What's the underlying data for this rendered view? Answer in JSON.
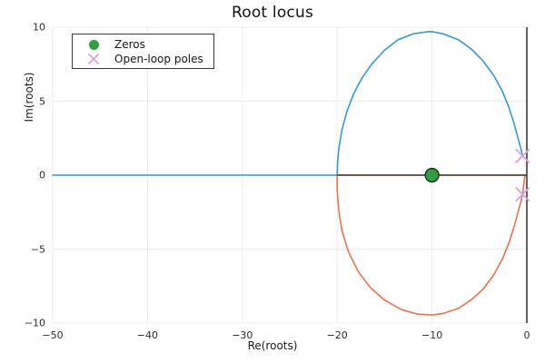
{
  "chart_data": {
    "type": "line",
    "title": "Root locus",
    "xlabel": "Re(roots)",
    "ylabel": "Im(roots)",
    "xlim": [
      -50,
      0
    ],
    "ylim": [
      -10,
      10
    ],
    "xticks": [
      -50,
      -40,
      -30,
      -20,
      -10,
      0
    ],
    "xtick_labels": [
      "−50",
      "−40",
      "−30",
      "−20",
      "−10",
      "0"
    ],
    "yticks": [
      -10,
      -5,
      0,
      5,
      10
    ],
    "ytick_labels": [
      "−10",
      "−5",
      "0",
      "5",
      "10"
    ],
    "grid": true,
    "legend_position": "upper-left",
    "series": [
      {
        "name": "locus-branch-upper",
        "color": "#2e9bd6",
        "description": "Real-axis segment from -50 to -20 plus upper circular arc from breakaway -20 to open-loop pole near origin",
        "points": [
          [
            -50.0,
            0.0
          ],
          [
            -45.0,
            0.0
          ],
          [
            -40.0,
            0.0
          ],
          [
            -35.0,
            0.0
          ],
          [
            -30.0,
            0.0
          ],
          [
            -25.0,
            0.0
          ],
          [
            -21.0,
            0.0
          ],
          [
            -20.0,
            0.0
          ],
          [
            -19.95,
            0.95
          ],
          [
            -19.8,
            1.92
          ],
          [
            -19.5,
            3.05
          ],
          [
            -19.0,
            4.25
          ],
          [
            -18.3,
            5.45
          ],
          [
            -17.4,
            6.55
          ],
          [
            -16.3,
            7.55
          ],
          [
            -15.0,
            8.45
          ],
          [
            -13.6,
            9.15
          ],
          [
            -12.0,
            9.55
          ],
          [
            -10.4,
            9.7
          ],
          [
            -10.0,
            9.7
          ],
          [
            -8.8,
            9.55
          ],
          [
            -7.2,
            9.15
          ],
          [
            -5.8,
            8.5
          ],
          [
            -4.6,
            7.7
          ],
          [
            -3.5,
            6.75
          ],
          [
            -2.6,
            5.7
          ],
          [
            -1.9,
            4.6
          ],
          [
            -1.35,
            3.5
          ],
          [
            -0.95,
            2.55
          ],
          [
            -0.65,
            1.85
          ],
          [
            -0.45,
            1.3
          ]
        ]
      },
      {
        "name": "locus-branch-lower",
        "color": "#e8734a",
        "description": "Real-axis segment from -20 to 0 plus lower circular arc from breakaway -20 to open-loop pole near origin",
        "points": [
          [
            -20.0,
            0.0
          ],
          [
            -18.0,
            0.0
          ],
          [
            -15.0,
            0.0
          ],
          [
            -12.0,
            0.0
          ],
          [
            -10.0,
            0.0
          ],
          [
            -7.0,
            0.0
          ],
          [
            -4.0,
            0.0
          ],
          [
            -1.0,
            0.0
          ],
          [
            -0.2,
            0.0
          ],
          [
            -0.45,
            -1.3
          ],
          [
            -0.65,
            -1.85
          ],
          [
            -0.95,
            -2.55
          ],
          [
            -1.35,
            -3.5
          ],
          [
            -1.9,
            -4.6
          ],
          [
            -2.6,
            -5.7
          ],
          [
            -3.5,
            -6.75
          ],
          [
            -4.6,
            -7.7
          ],
          [
            -5.8,
            -8.4
          ],
          [
            -7.2,
            -9.0
          ],
          [
            -8.8,
            -9.35
          ],
          [
            -10.0,
            -9.45
          ],
          [
            -11.5,
            -9.4
          ],
          [
            -13.2,
            -9.1
          ],
          [
            -15.0,
            -8.45
          ],
          [
            -16.5,
            -7.6
          ],
          [
            -17.8,
            -6.5
          ],
          [
            -18.8,
            -5.2
          ],
          [
            -19.5,
            -3.75
          ],
          [
            -19.85,
            -2.3
          ],
          [
            -20.0,
            -1.0
          ],
          [
            -20.0,
            0.0
          ]
        ]
      }
    ],
    "markers": [
      {
        "name": "Zeros",
        "shape": "circle",
        "color": "#2e9e3f",
        "edge_color": "#1a1a1a",
        "size": 15,
        "points": [
          [
            -10.0,
            0.0
          ]
        ]
      },
      {
        "name": "Open-loop poles",
        "shape": "x",
        "color": "#dda0dd",
        "size": 14,
        "points": [
          [
            -0.45,
            1.3
          ],
          [
            -0.45,
            -1.3
          ]
        ]
      }
    ],
    "axis_lines": {
      "color": "#3a3a3a",
      "horizontal_at_y": 0,
      "vertical_at_x": 0
    }
  },
  "legend": {
    "entries": [
      {
        "label": "Zeros",
        "marker": "filled-circle-marker",
        "color": "#2e9e3f"
      },
      {
        "label": "Open-loop poles",
        "marker": "x-cross-marker",
        "color": "#dda0dd"
      }
    ]
  }
}
